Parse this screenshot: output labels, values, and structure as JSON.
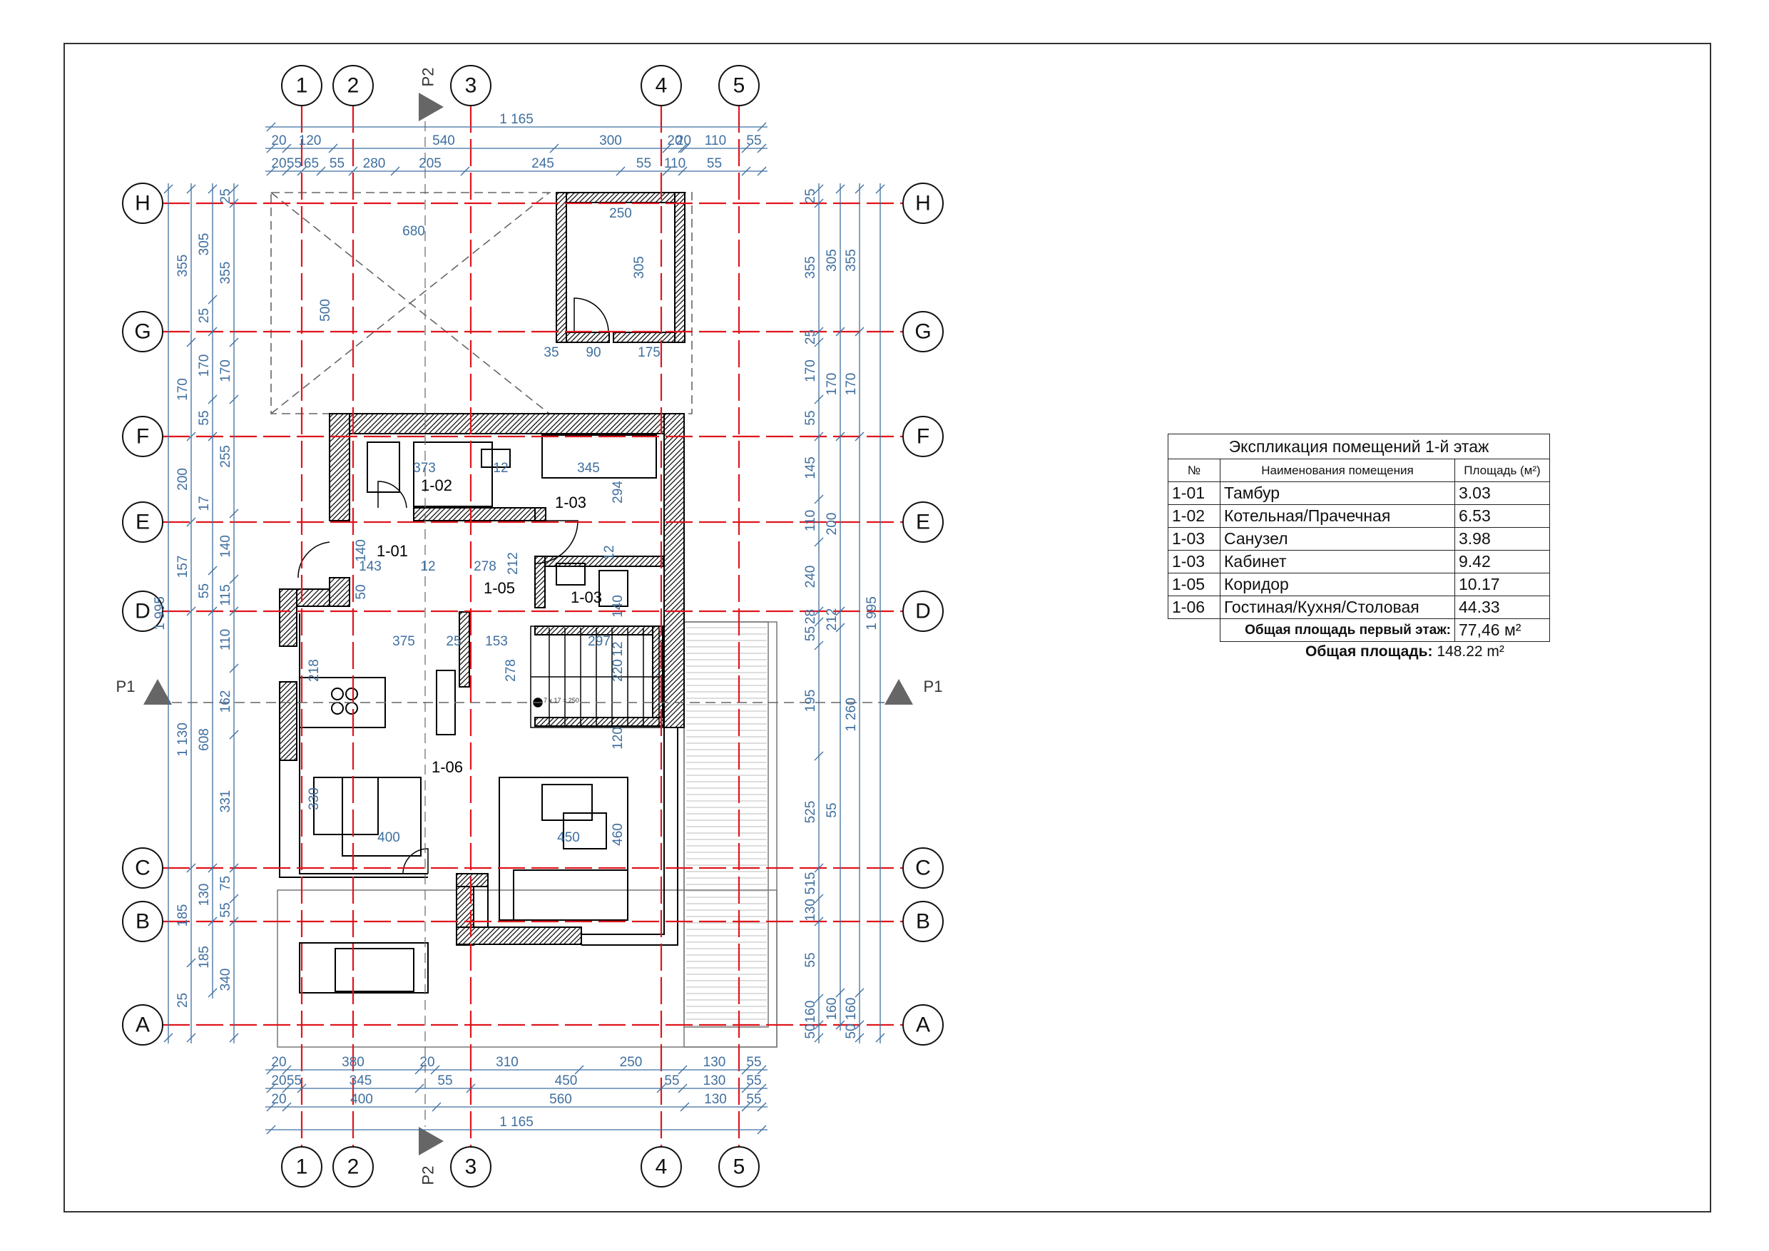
{
  "axes": {
    "vertical": [
      "1",
      "2",
      "3",
      "4",
      "5"
    ],
    "horizontal": [
      "H",
      "G",
      "F",
      "E",
      "D",
      "C",
      "B",
      "A"
    ]
  },
  "section_marks": {
    "p1": "P1",
    "p2": "P2"
  },
  "dimensions": {
    "top_total": "1 165",
    "top_row1": [
      "20",
      "120",
      "540",
      "300",
      "20",
      "20",
      "110",
      "55"
    ],
    "top_row2": [
      "20",
      "55",
      "65",
      "55",
      "280",
      "205",
      "245",
      "55",
      "110",
      "55"
    ],
    "bottom_row1": [
      "20",
      "380",
      "20",
      "310",
      "250",
      "130",
      "55"
    ],
    "bottom_row2": [
      "20",
      "55",
      "345",
      "55",
      "450",
      "55",
      "130",
      "55"
    ],
    "bottom_row3": [
      "20",
      "400",
      "560",
      "130",
      "55"
    ],
    "bottom_total": "1 165",
    "left_outer": "1 995",
    "left_mid1": [
      "355",
      "170",
      "200",
      "157",
      "1 130",
      "185",
      "25"
    ],
    "left_mid2": [
      "305",
      "25",
      "170",
      "55",
      "17",
      "55",
      "608",
      "130",
      "185"
    ],
    "left_inner": [
      "25",
      "355",
      "170",
      "255",
      "140",
      "115",
      "110",
      "162",
      "331",
      "75",
      "55",
      "340"
    ],
    "right_inner": [
      "25",
      "355",
      "25",
      "170",
      "55",
      "145",
      "110",
      "240",
      "28",
      "55",
      "195",
      "525",
      "515",
      "130",
      "55",
      "160",
      "50"
    ],
    "right_mid1": [
      "305",
      "170",
      "200",
      "212",
      "55",
      "160",
      "50"
    ],
    "right_mid2": [
      "355",
      "170",
      "1 260",
      "160",
      "50"
    ],
    "right_outer": "1 995",
    "interior": [
      "250",
      "305",
      "680",
      "500",
      "35",
      "90",
      "175",
      "373",
      "12",
      "345",
      "294",
      "140",
      "143",
      "12",
      "278",
      "212",
      "12",
      "140",
      "50",
      "375",
      "25",
      "153",
      "297",
      "12",
      "218",
      "278",
      "220",
      "120",
      "330",
      "400",
      "450",
      "460"
    ]
  },
  "rooms": [
    "1-01",
    "1-02",
    "1-03",
    "1-03",
    "1-05",
    "1-06"
  ],
  "stair_note": "7 x 17 = 250",
  "explication": {
    "title": "Экспликация помещений 1-й этаж",
    "col_no": "№",
    "col_name": "Наименования помещения",
    "col_area": "Площадь (м²)",
    "rows": [
      {
        "no": "1-01",
        "name": "Тамбур",
        "area": "3.03"
      },
      {
        "no": "1-02",
        "name": "Котельная/Прачечная",
        "area": "6.53"
      },
      {
        "no": "1-03",
        "name": "Санузел",
        "area": "3.98"
      },
      {
        "no": "1-03",
        "name": "Кабинет",
        "area": "9.42"
      },
      {
        "no": "1-05",
        "name": "Коридор",
        "area": "10.17"
      },
      {
        "no": "1-06",
        "name": "Гостиная/Кухня/Столовая",
        "area": "44.33"
      }
    ],
    "floor_total_label": "Общая площадь первый этаж:",
    "floor_total_value": "77,46 м²",
    "grand_total_label": "Общая площадь:",
    "grand_total_value": "148.22 m²"
  },
  "colors": {
    "axis_red": "#e0141c",
    "dim_blue": "#3f6f9f",
    "wall": "#000000"
  }
}
